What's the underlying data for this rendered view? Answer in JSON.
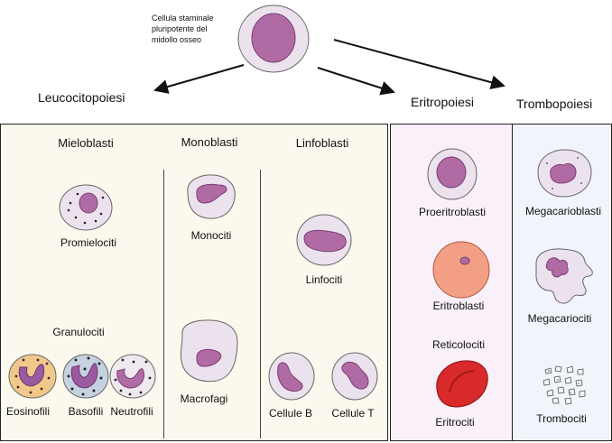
{
  "stem_cell": {
    "label_lines": [
      "Cellula staminale",
      "pluripotente del",
      "midollo osseo"
    ]
  },
  "processes": {
    "leuco": "Leucocitopoiesi",
    "eritro": "Eritropoiesi",
    "trombo": "Trombopoiesi"
  },
  "leuco_panel": {
    "headers": {
      "mieloblasti": "Mieloblasti",
      "monoblasti": "Monoblasti",
      "linfoblasti": "Linfoblasti"
    },
    "cells": {
      "promielociti": "Promielociti",
      "granulociti": "Granulociti",
      "eosinofili": "Eosinofili",
      "basofili": "Basofili",
      "neutrofili": "Neutrofili",
      "monociti": "Monociti",
      "macrofagi": "Macrofagi",
      "linfociti": "Linfociti",
      "cellule_b": "Cellule B",
      "cellule_t": "Cellule T"
    }
  },
  "eritro_panel": {
    "cells": {
      "proeritroblasti": "Proeritroblasti",
      "eritroblasti": "Eritroblasti",
      "reticolociti": "Reticolociti",
      "eritrociti": "Eritrociti"
    }
  },
  "trombo_panel": {
    "cells": {
      "megacarioblasti": "Megacarioblasti",
      "megacariociti": "Megacariociti",
      "trombociti": "Trombociti"
    }
  },
  "colors": {
    "leuco_bg": "#fbf9ee",
    "eritro_bg": "#f9f0f9",
    "trombo_bg": "#f1f5fb",
    "cytoplasm": "#ece2ee",
    "nucleus": "#b06aa4",
    "erythroblast": "#f39f85",
    "erythrocyte": "#d82a2a"
  }
}
